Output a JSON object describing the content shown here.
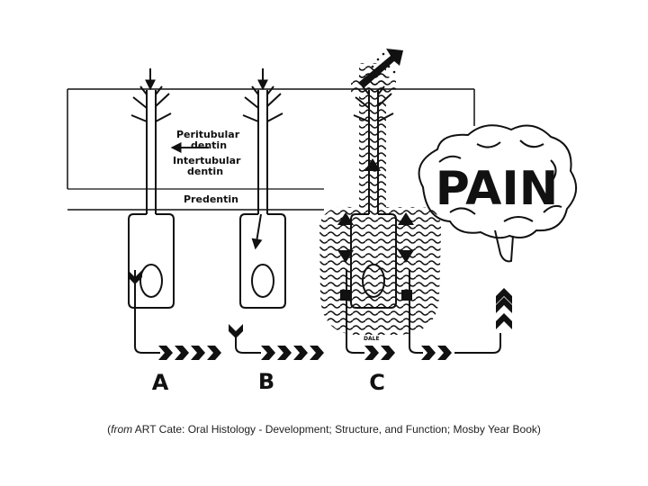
{
  "diagram": {
    "labels": {
      "peritubular": [
        "Peritubular",
        "dentin"
      ],
      "intertubular": [
        "Intertubular",
        "dentin"
      ],
      "predentin": "Predentin",
      "pain": "PAIN",
      "panel_a": "A",
      "panel_b": "B",
      "panel_c": "C",
      "signature": "DALE"
    },
    "colors": {
      "ink": "#111111",
      "paper": "#ffffff"
    }
  },
  "caption": {
    "source_italic": "from",
    "source_rest": "ART Cate: Oral Histology - Development; Structure, and Function; Mosby Year Book)",
    "open_paren": "("
  }
}
